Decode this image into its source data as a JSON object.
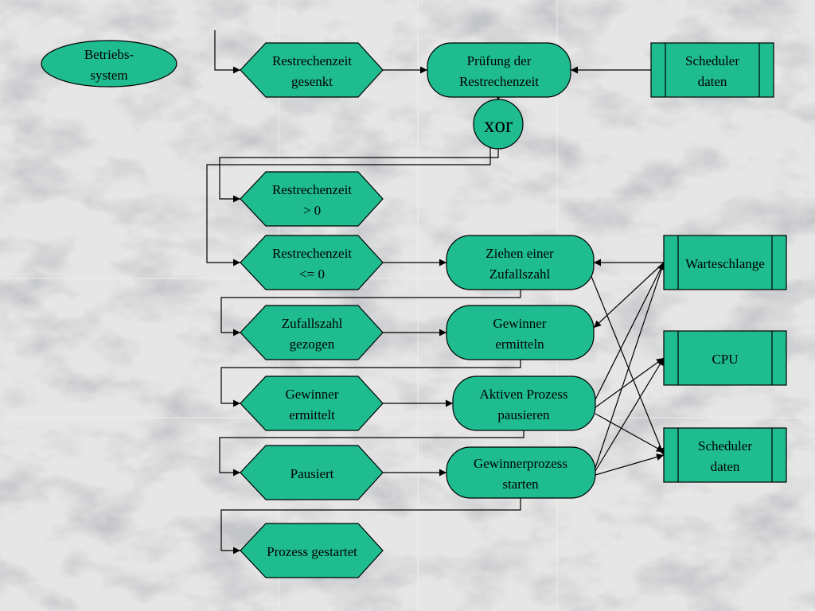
{
  "colors": {
    "shape_fill": "#1ebc8f",
    "stroke": "#000000",
    "background": "#d9d9d9"
  },
  "nodes": {
    "betriebssystem": {
      "line1": "Betriebs-",
      "line2": "system"
    },
    "restrechenzeit_gesenkt": {
      "line1": "Restrechenzeit",
      "line2": "gesenkt"
    },
    "pruefung": {
      "line1": "Prüfung der",
      "line2": "Restrechenzeit"
    },
    "scheduler_daten_top": {
      "line1": "Scheduler",
      "line2": "daten"
    },
    "xor": {
      "label": "xor"
    },
    "restrechenzeit_gt0": {
      "line1": "Restrechenzeit",
      "line2": "> 0"
    },
    "restrechenzeit_le0": {
      "line1": "Restrechenzeit",
      "line2": "<= 0"
    },
    "ziehen": {
      "line1": "Ziehen einer",
      "line2": "Zufallszahl"
    },
    "warteschlange": {
      "label": "Warteschlange"
    },
    "zufallszahl_gezogen": {
      "line1": "Zufallszahl",
      "line2": "gezogen"
    },
    "gewinner_ermitteln": {
      "line1": "Gewinner",
      "line2": "ermitteln"
    },
    "cpu": {
      "label": "CPU"
    },
    "gewinner_ermittelt": {
      "line1": "Gewinner",
      "line2": "ermittelt"
    },
    "aktiven_prozess": {
      "line1": "Aktiven Prozess",
      "line2": "pausieren"
    },
    "scheduler_daten_bottom": {
      "line1": "Scheduler",
      "line2": "daten"
    },
    "pausiert": {
      "label": "Pausiert"
    },
    "gewinnerprozess": {
      "line1": "Gewinnerprozess",
      "line2": "starten"
    },
    "prozess_gestartet": {
      "label": "Prozess gestartet"
    }
  }
}
